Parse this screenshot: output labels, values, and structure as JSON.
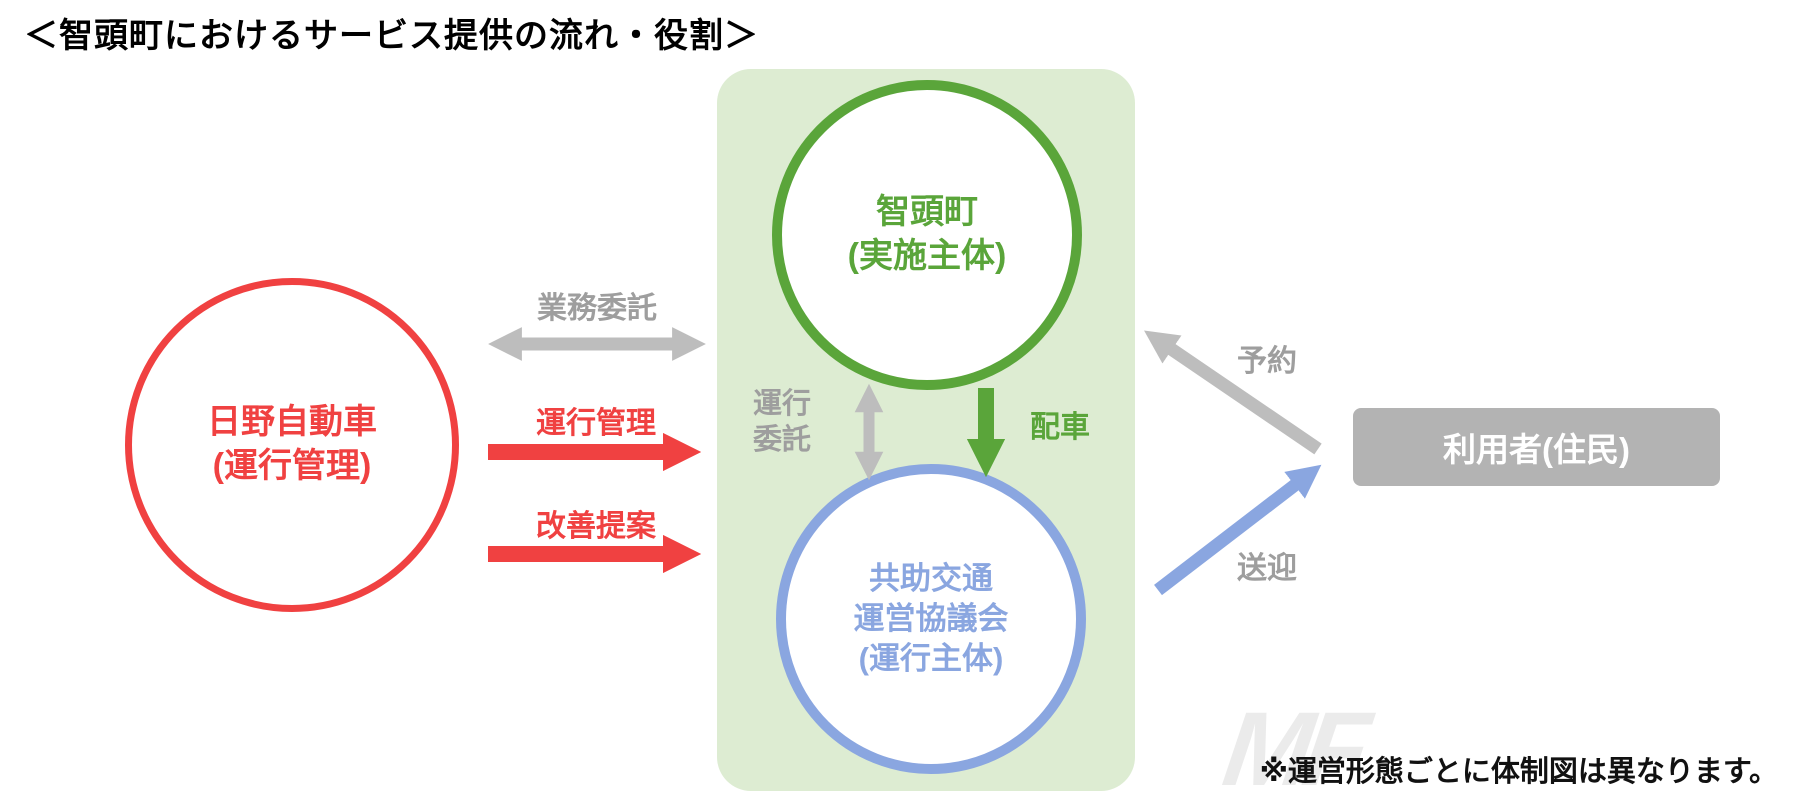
{
  "title": "＜智頭町におけるサービス提供の流れ・役割＞",
  "nodes": {
    "hino": {
      "line1": "日野自動車",
      "line2": "(運行管理)"
    },
    "town": {
      "line1": "智頭町",
      "line2": "(実施主体)"
    },
    "council": {
      "line1": "共助交通",
      "line2": "運営協議会",
      "line3": "(運行主体)"
    },
    "users": {
      "label": "利用者(住民)"
    }
  },
  "labels": {
    "gyomu_itaku": "業務委託",
    "unko_kanri": "運行管理",
    "kaizen_teian": "改善提案",
    "unko_itaku_line1": "運行",
    "unko_itaku_line2": "委託",
    "haisha": "配車",
    "yoyaku": "予約",
    "sogei": "送迎"
  },
  "note": "※運営形態ごとに体制図は異なります。",
  "watermark": "MF",
  "colors": {
    "red": "#f04141",
    "green": "#5aa53a",
    "green_panel_bg": "#ddecd2",
    "blue": "#8aa6e0",
    "gray_arrow": "#bdbdbd",
    "gray_text": "#9e9e9e",
    "gray_box": "#b3b3b3"
  }
}
